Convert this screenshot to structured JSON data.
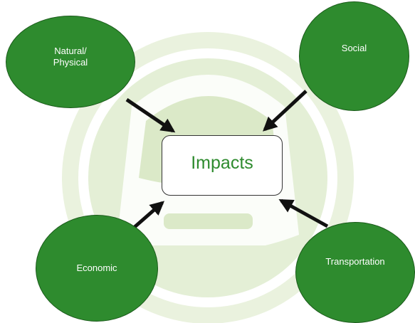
{
  "diagram": {
    "center": {
      "label": "Impacts"
    },
    "nodes": [
      {
        "id": "natural",
        "label": "Natural/\nPhysical"
      },
      {
        "id": "social",
        "label": "Social"
      },
      {
        "id": "economic",
        "label": "Economic"
      },
      {
        "id": "transportation",
        "label": "Transportation"
      }
    ]
  },
  "colors": {
    "node_fill": "#2e8b2e",
    "center_text": "#2e8b2e",
    "arrow": "#111111",
    "watermark": "#d8e8c4"
  },
  "icons": {
    "watermark": "train-icon"
  }
}
